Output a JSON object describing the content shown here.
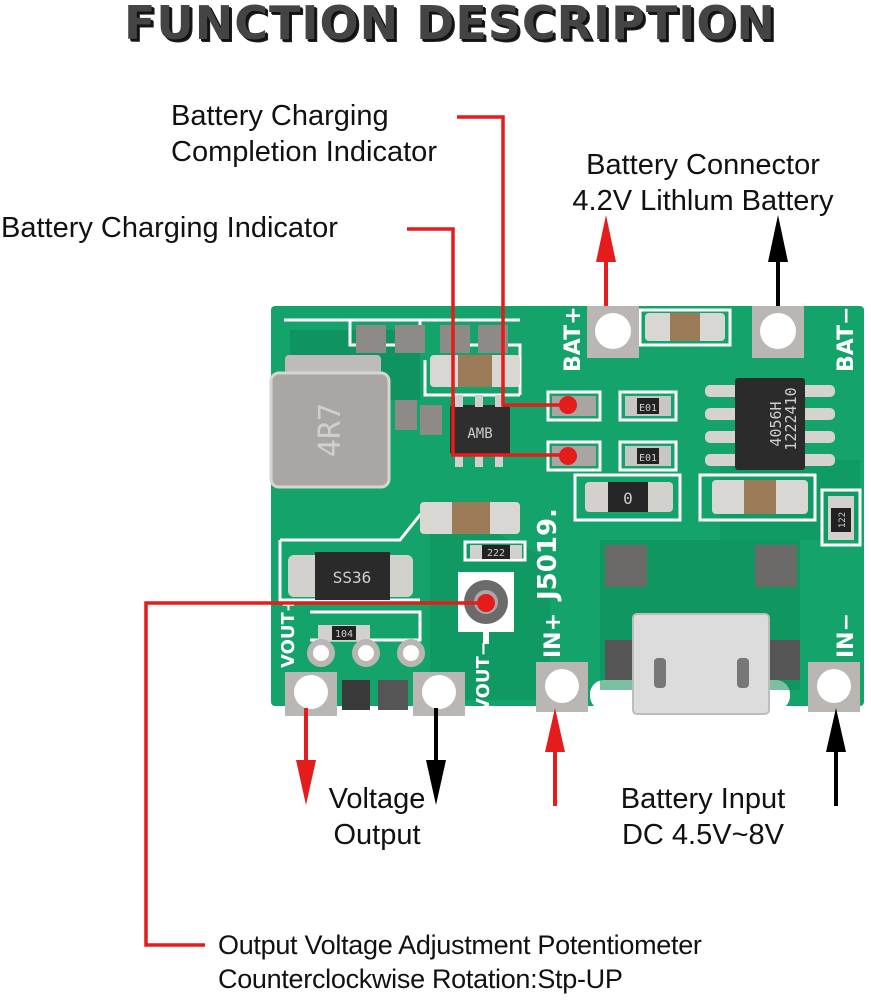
{
  "title": "FUNCTION DESCRIPTION",
  "colors": {
    "pcb_green": "#13a36b",
    "pcb_dark": "#0c7e50",
    "silkscreen": "#ffffff",
    "annotation_red": "#e51c1c",
    "annotation_black": "#000000",
    "pad_silver": "#b9b6b3"
  },
  "callouts": {
    "completion_indicator": {
      "line1": "Battery Charging",
      "line2": "Completion Indicator",
      "color": "red"
    },
    "charging_indicator": {
      "line1": "Battery Charging Indicator",
      "color": "red"
    },
    "battery_connector": {
      "line1": "Battery Connector",
      "line2": "4.2V Lithlum Battery",
      "positive_arrow": "red",
      "negative_arrow": "black"
    },
    "voltage_output": {
      "line1": "Voltage",
      "line2": "Output",
      "positive_arrow": "red",
      "negative_arrow": "black"
    },
    "battery_input": {
      "line1": "Battery Input",
      "line2": "DC 4.5V~8V",
      "positive_arrow": "red",
      "negative_arrow": "black"
    },
    "potentiometer": {
      "line1": "Output Voltage Adjustment Potentiometer",
      "line2": "Counterclockwise Rotation:Stp-UP",
      "color": "red"
    }
  },
  "board": {
    "silkscreen": {
      "bat_plus": "BAT+",
      "bat_minus": "BAT−",
      "in_plus": "IN+",
      "in_minus": "IN−",
      "vout_plus": "VOUT+",
      "vout_minus": "VOUT−",
      "board_id": "J5019."
    },
    "components": {
      "charger_ic": {
        "line1": "4056H",
        "line2": "1222410"
      },
      "boost_ic": "AMB",
      "diode": "SS36",
      "inductor": "4R7",
      "resistor_led1": "E01",
      "resistor_led2": "E01",
      "resistor_zero": "0",
      "resistor_pot": "222",
      "resistor_out": "104",
      "resistor_sense": "122"
    }
  }
}
